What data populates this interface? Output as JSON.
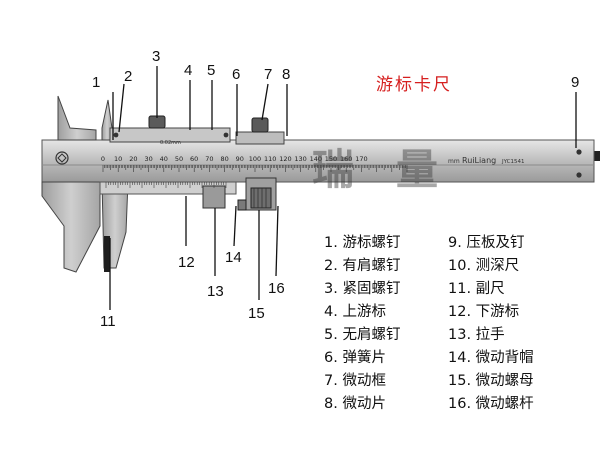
{
  "title": "游标卡尺",
  "watermark": [
    "瑞",
    "量"
  ],
  "callouts": [
    "1",
    "2",
    "3",
    "4",
    "5",
    "6",
    "7",
    "8",
    "9",
    "11",
    "12",
    "13",
    "14",
    "15",
    "16"
  ],
  "main_scale_numbers": [
    "0",
    "10",
    "20",
    "30",
    "40",
    "50",
    "60",
    "70",
    "80",
    "90",
    "100",
    "110",
    "120",
    "130",
    "140",
    "150",
    "160",
    "170"
  ],
  "scale_units": "mm",
  "brand": "RuiLiang",
  "code": "JYC1541",
  "vernier_label": "0.02mm",
  "legend_left": [
    "1. 游标螺钉",
    "2. 有肩螺钉",
    "3. 紧固螺钉",
    "4. 上游标",
    "5. 无肩螺钉",
    "6. 弹簧片",
    "7. 微动框",
    "8. 微动片"
  ],
  "legend_right": [
    "9. 压板及钉",
    "10. 测深尺",
    "11. 副尺",
    "12. 下游标",
    "13. 拉手",
    "14. 微动背帽",
    "15. 微动螺母",
    "16. 微动螺杆"
  ],
  "colors": {
    "title": "#d61f1f",
    "steel": "#b8b8b8",
    "steel_dark": "#8c8c8c",
    "outline": "#3a3a3a"
  }
}
